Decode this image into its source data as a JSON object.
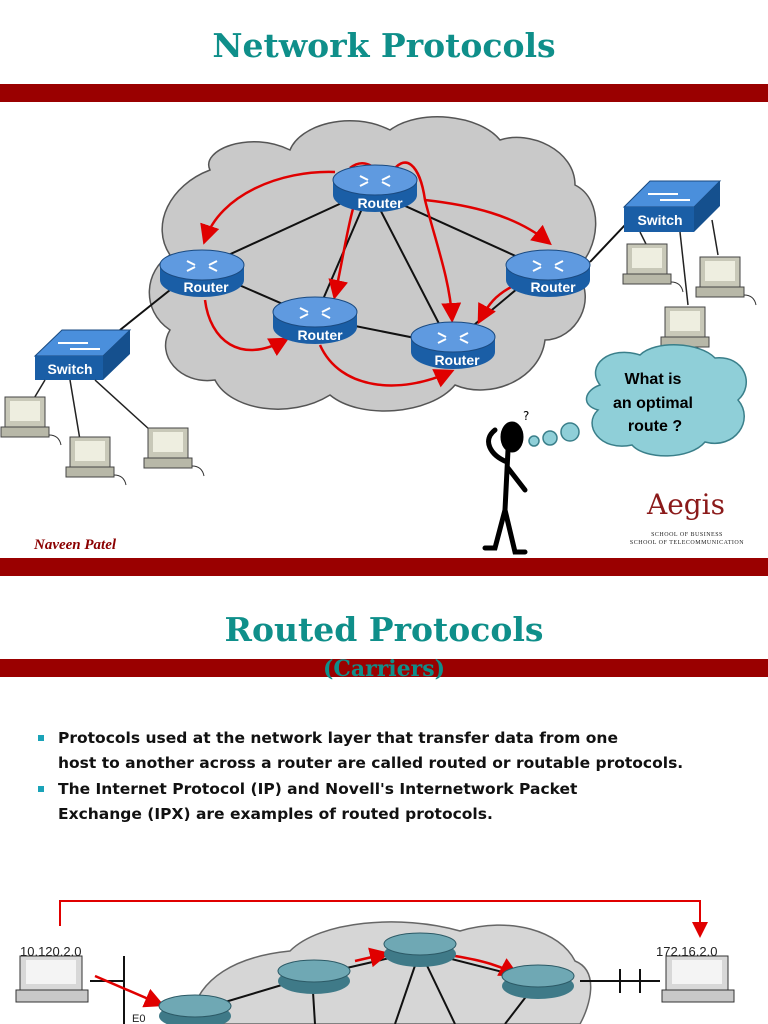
{
  "slide1": {
    "title": "Network Protocols",
    "cloud_routers": [
      "Router",
      "Router",
      "Router",
      "Router",
      "Router"
    ],
    "switches": [
      "Switch",
      "Switch"
    ],
    "thought_bubble": [
      "What is",
      "an optimal",
      "route ?"
    ],
    "author": "Naveen Patel",
    "logo": {
      "name": "Aegis",
      "line1": "SCHOOL OF BUSINESS",
      "line2": "SCHOOL OF TELECOMMUNICATION"
    },
    "colors": {
      "title": "#0f8f8a",
      "bar": "#9a0000",
      "arrows": "#e00000",
      "router": "#1a66b3"
    }
  },
  "slide2": {
    "title": "Routed Protocols",
    "subtitle": "(Carriers)",
    "bullets": [
      {
        "line1": "Protocols used at the network layer that transfer data from one",
        "line2": "host to another across a router are called routed or routable protocols."
      },
      {
        "line1": "The Internet Protocol (IP) and Novell's Internetwork Packet",
        "line2": "Exchange (IPX) are examples of routed protocols."
      }
    ],
    "diagram": {
      "left_network": "10.120.2.0",
      "right_network": "172.16.2.0",
      "interface": "E0"
    }
  }
}
